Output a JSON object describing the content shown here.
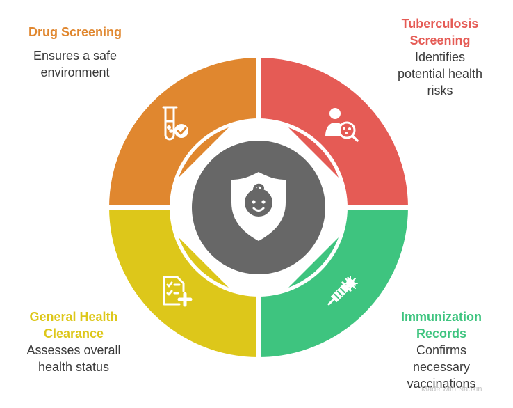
{
  "colors": {
    "drug": "#E0872F",
    "tb": "#E55B55",
    "immun": "#3EC47F",
    "general": "#DDC71A",
    "center": "#676767",
    "icon": "#ffffff"
  },
  "segments": {
    "drug": {
      "title": "Drug Screening",
      "desc": [
        "Ensures a safe",
        "environment"
      ],
      "icon": "test-tube-check-icon"
    },
    "tb": {
      "title": [
        "Tuberculosis",
        "Screening"
      ],
      "desc": [
        "Identifies",
        "potential health",
        "risks"
      ],
      "icon": "person-virus-search-icon"
    },
    "immun": {
      "title": [
        "Immunization",
        "Records"
      ],
      "desc": [
        "Confirms",
        "necessary",
        "vaccinations"
      ],
      "icon": "syringe-virus-icon"
    },
    "general": {
      "title": [
        "General Health",
        "Clearance"
      ],
      "desc": [
        "Assesses overall",
        "health status"
      ],
      "icon": "clipboard-checklist-plus-icon"
    }
  },
  "center": {
    "icon": "baby-shield-icon"
  },
  "watermark": "Made with Napkin"
}
